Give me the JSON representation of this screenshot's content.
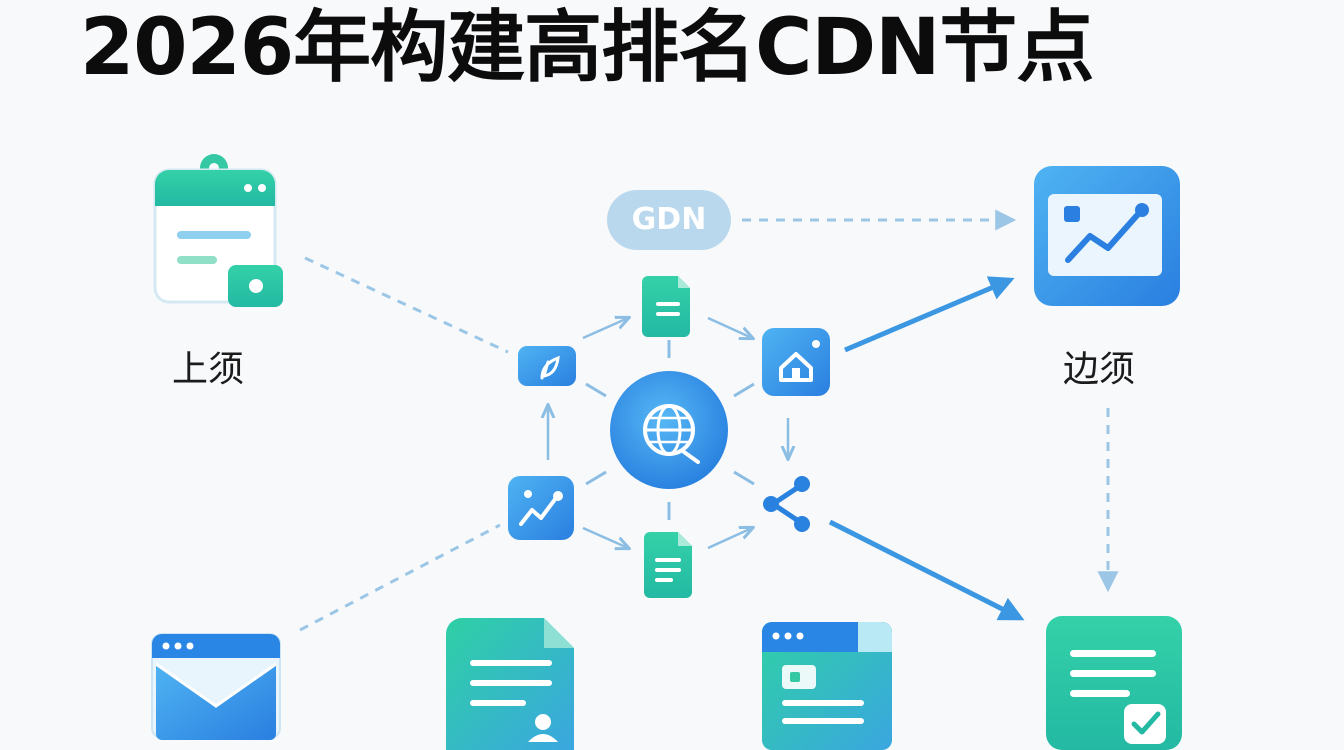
{
  "title": "2026年构建高排名CDN节点",
  "labels": {
    "left_top": "上须",
    "right_top": "边须",
    "pill": "GDN"
  },
  "icons": {
    "top_left": "calendar-card-icon",
    "top_right": "line-chart-window-icon",
    "center": "globe-icon",
    "hub_top": "document-icon",
    "hub_upper_left": "leaf-icon",
    "hub_upper_right": "home-icon",
    "hub_lower_left": "trend-icon",
    "hub_lower_right": "share-icon",
    "hub_bottom": "document-icon",
    "bottom_1": "envelope-icon",
    "bottom_2": "profile-document-icon",
    "bottom_3": "browser-window-icon",
    "bottom_4": "checklist-document-icon"
  },
  "colors": {
    "title": "#0c0c0c",
    "blue": "#2e8fe6",
    "teal": "#2ec7a6",
    "dashed": "#9cc6e6",
    "arrow": "#3c97e2"
  }
}
